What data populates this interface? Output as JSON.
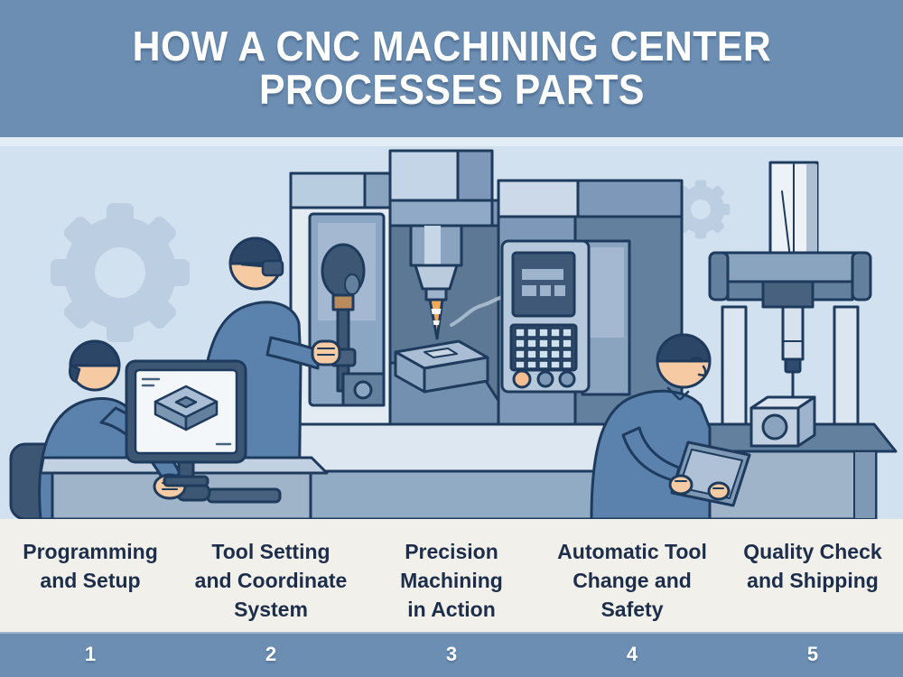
{
  "header": {
    "title": "HOW A CNC MACHINING CENTER\nPROCESSES PARTS"
  },
  "steps": [
    {
      "number": "1",
      "label": "Programming\nand Setup"
    },
    {
      "number": "2",
      "label": "Tool Setting\nand Coordinate\nSystem"
    },
    {
      "number": "3",
      "label": "Precision\nMachining\nin Action"
    },
    {
      "number": "4",
      "label": "Automatic Tool\nChange and Safety"
    },
    {
      "number": "5",
      "label": "Quality Check\nand Shipping"
    }
  ],
  "illustration": {
    "figures": [
      "seated-programmer-at-cad-workstation",
      "engineer-setting-tool-and-coordinates",
      "cnc-spindle-machining-part",
      "cnc-control-panel",
      "operator-reading-tablet",
      "coordinate-measuring-machine-checking-part",
      "background-gears"
    ],
    "palette": {
      "banner_blue": "#6c8eb3",
      "strip_offwhite": "#f2f0ea",
      "label_navy": "#1d2e4a",
      "outline_navy": "#1e3a5c",
      "scene_background": "#d2e1ef",
      "gear_watermark": "#bccfe2",
      "machine_light": "#e3ebf3",
      "machine_mid": "#7d98b8",
      "machine_dark": "#64809f",
      "shirt_blue": "#5b82ac",
      "skin": "#f6caa3",
      "accent_orange": "#f0a954"
    }
  }
}
